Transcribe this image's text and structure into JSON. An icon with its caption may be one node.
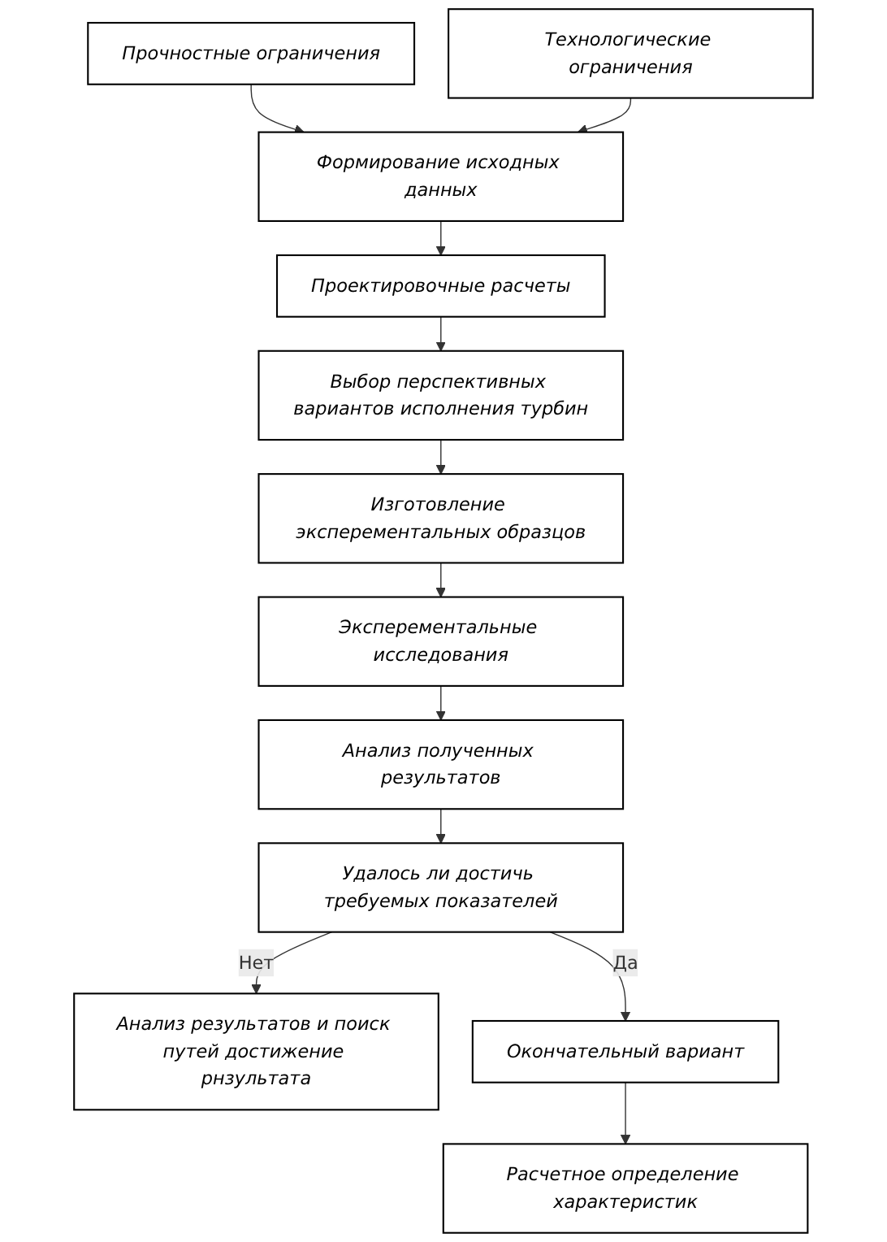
{
  "diagram": {
    "nodes": [
      {
        "text": [
          "Прочностные ограничения"
        ]
      },
      {
        "text": [
          "Технологические ограничения"
        ]
      },
      {
        "text": [
          "Формирование исходных данных"
        ]
      },
      {
        "text": [
          "Проектировочные расчеты"
        ]
      },
      {
        "text": [
          "Выбор перспективных вариантов исполнения турбин"
        ]
      },
      {
        "text": [
          "Изготовление эксперементальных образцов"
        ]
      },
      {
        "text": [
          "Эксперементальные исследования"
        ]
      },
      {
        "text": [
          "Анализ полученных результатов"
        ]
      },
      {
        "text": [
          "Удалось ли достичь требуемых показателей"
        ]
      },
      {
        "text": [
          "Анализ результатов и поиск путей достижение рнзультата"
        ]
      },
      {
        "text": [
          "Окончательный вариант"
        ]
      },
      {
        "text": [
          "Расчетное определение характеристик"
        ]
      }
    ],
    "edges": [
      {
        "from": 0,
        "to": 2,
        "arrow": "to"
      },
      {
        "from": 1,
        "to": 2,
        "arrow": "to"
      },
      {
        "from": 2,
        "to": 3,
        "arrow": "to"
      },
      {
        "from": 3,
        "to": 4,
        "arrow": "to"
      },
      {
        "from": 4,
        "to": 5,
        "arrow": "to"
      },
      {
        "from": 5,
        "to": 6,
        "arrow": "to"
      },
      {
        "from": 6,
        "to": 7,
        "arrow": "to"
      },
      {
        "from": 7,
        "to": 8,
        "arrow": "to"
      },
      {
        "from": 8,
        "to": 9,
        "label": "Нет",
        "arrow": "to"
      },
      {
        "from": 8,
        "to": 10,
        "label": "Да",
        "arrow": "to"
      },
      {
        "from": 10,
        "to": 11,
        "arrow": "to"
      }
    ]
  }
}
